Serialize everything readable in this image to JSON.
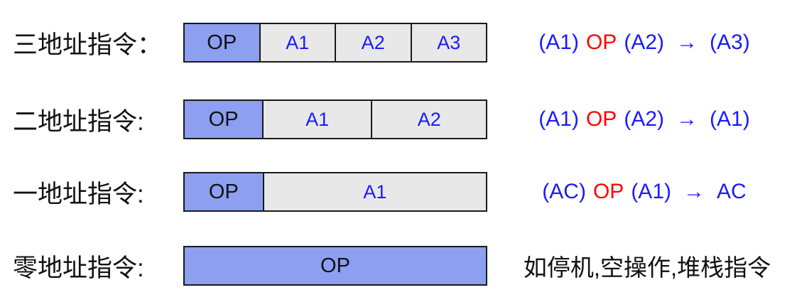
{
  "colors": {
    "op_fill": "#8c9ff1",
    "addr_fill": "#e8e8e8",
    "border": "#1a1a1a",
    "blue_text": "#1a1aff",
    "red_text": "#ff0000",
    "black_text": "#111111"
  },
  "rows": [
    {
      "label": "三地址指令：",
      "cells": {
        "op": "OP",
        "a1": "A1",
        "a2": "A2",
        "a3": "A3"
      },
      "formula": {
        "lhs1": "(A1)",
        "op": "OP",
        "lhs2": "(A2)",
        "arrow": "→",
        "rhs": "(A3)"
      }
    },
    {
      "label": "二地址指令:",
      "cells": {
        "op": "OP",
        "a1": "A1",
        "a2": "A2"
      },
      "formula": {
        "lhs1": "(A1)",
        "op": "OP",
        "lhs2": "(A2)",
        "arrow": "→",
        "rhs": "(A1)"
      }
    },
    {
      "label": "一地址指令:",
      "cells": {
        "op": "OP",
        "a1": "A1"
      },
      "formula": {
        "lhs1": "(AC)",
        "op": "OP",
        "lhs2": "(A1)",
        "arrow": "→",
        "rhs": "AC"
      }
    },
    {
      "label": "零地址指令:",
      "cells": {
        "op": "OP"
      },
      "note": "如停机,空操作,堆栈指令"
    }
  ]
}
